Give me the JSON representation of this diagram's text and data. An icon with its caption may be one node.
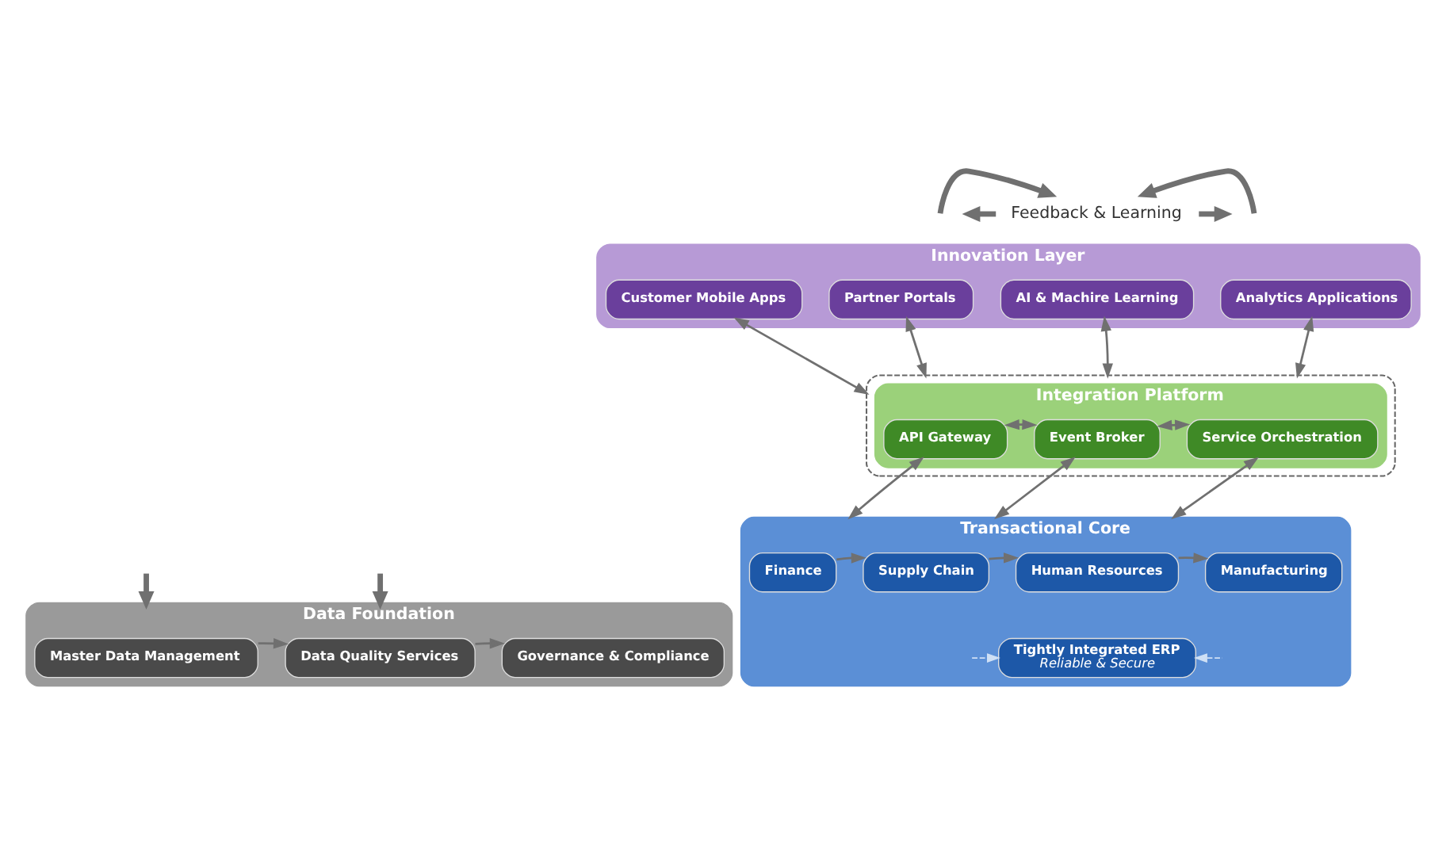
{
  "diagram": {
    "nodes": [
      {
        "text": [
          "Innovation Layer"
        ]
      },
      {
        "text": [
          "Customer Mobile Apps"
        ],
        "in": 0
      },
      {
        "text": [
          "Partner Portals"
        ],
        "in": 0
      },
      {
        "text": [
          "AI & Machire Learning"
        ],
        "in": 0
      },
      {
        "text": [
          "Analytics Applications"
        ],
        "in": 0
      },
      {
        "text": [],
        "shape": "ellipse"
      },
      {
        "text": [
          "Integration Platform"
        ],
        "in": 5
      },
      {
        "text": [
          "API Gateway"
        ],
        "in": 6
      },
      {
        "text": [
          "Event Broker"
        ],
        "in": 6
      },
      {
        "text": [
          "Service Orchestration"
        ],
        "in": 6
      },
      {
        "text": [
          "Transactional Core"
        ]
      },
      {
        "text": [
          "Finance"
        ],
        "in": 10
      },
      {
        "text": [
          "Supply Chain"
        ],
        "in": 10
      },
      {
        "text": [
          "Human Resources"
        ],
        "in": 10
      },
      {
        "text": [
          "Manufacturing"
        ],
        "in": 10
      },
      {
        "text": [
          "Tightly Integrated ERP",
          "Reliable & Secure"
        ],
        "in": 10
      },
      {
        "text": [
          "Data Foundation"
        ]
      },
      {
        "text": [
          "Master Data Management"
        ],
        "in": 16
      },
      {
        "text": [
          "Data Quality Services"
        ],
        "in": 16
      },
      {
        "text": [
          "Governance & Compliance"
        ],
        "in": 16
      },
      {
        "text": [
          "Feedback & Learning"
        ]
      }
    ],
    "edges": [
      {
        "from": 1,
        "to": 5,
        "arrow": "both"
      },
      {
        "from": 2,
        "to": 5,
        "arrow": "both"
      },
      {
        "from": 3,
        "to": 5,
        "arrow": "both"
      },
      {
        "from": 4,
        "to": 5,
        "arrow": "both"
      },
      {
        "from": 7,
        "to": 8,
        "arrow": "both"
      },
      {
        "from": 8,
        "to": 9,
        "arrow": "both"
      },
      {
        "from": 7,
        "to": 10,
        "arrow": "both"
      },
      {
        "from": 8,
        "to": 10,
        "arrow": "both"
      },
      {
        "from": 9,
        "to": 10,
        "arrow": "both"
      },
      {
        "from": 11,
        "to": 12,
        "arrow": "to"
      },
      {
        "from": 12,
        "to": 13,
        "arrow": "to"
      },
      {
        "from": 13,
        "to": 14,
        "arrow": "to"
      },
      {
        "from": null,
        "to": 15,
        "arrow": "to",
        "style": "dashed",
        "color": "#cfe0f5"
      },
      {
        "from": null,
        "to": 15,
        "arrow": "to",
        "style": "dashed",
        "color": "#cfe0f5"
      },
      {
        "from": 17,
        "to": 18,
        "arrow": "to"
      },
      {
        "from": 18,
        "to": 19,
        "arrow": "to"
      },
      {
        "from": null,
        "to": 20,
        "arrow": "to",
        "style": "thick"
      },
      {
        "from": null,
        "to": 20,
        "arrow": "to",
        "style": "thick"
      },
      {
        "from": 20,
        "to": null,
        "arrow": "to",
        "style": "thick"
      },
      {
        "from": 20,
        "to": null,
        "arrow": "to",
        "style": "thick"
      },
      {
        "from": null,
        "to": 16,
        "arrow": "to",
        "style": "thick"
      },
      {
        "from": null,
        "to": 16,
        "arrow": "to",
        "style": "thick"
      }
    ]
  }
}
